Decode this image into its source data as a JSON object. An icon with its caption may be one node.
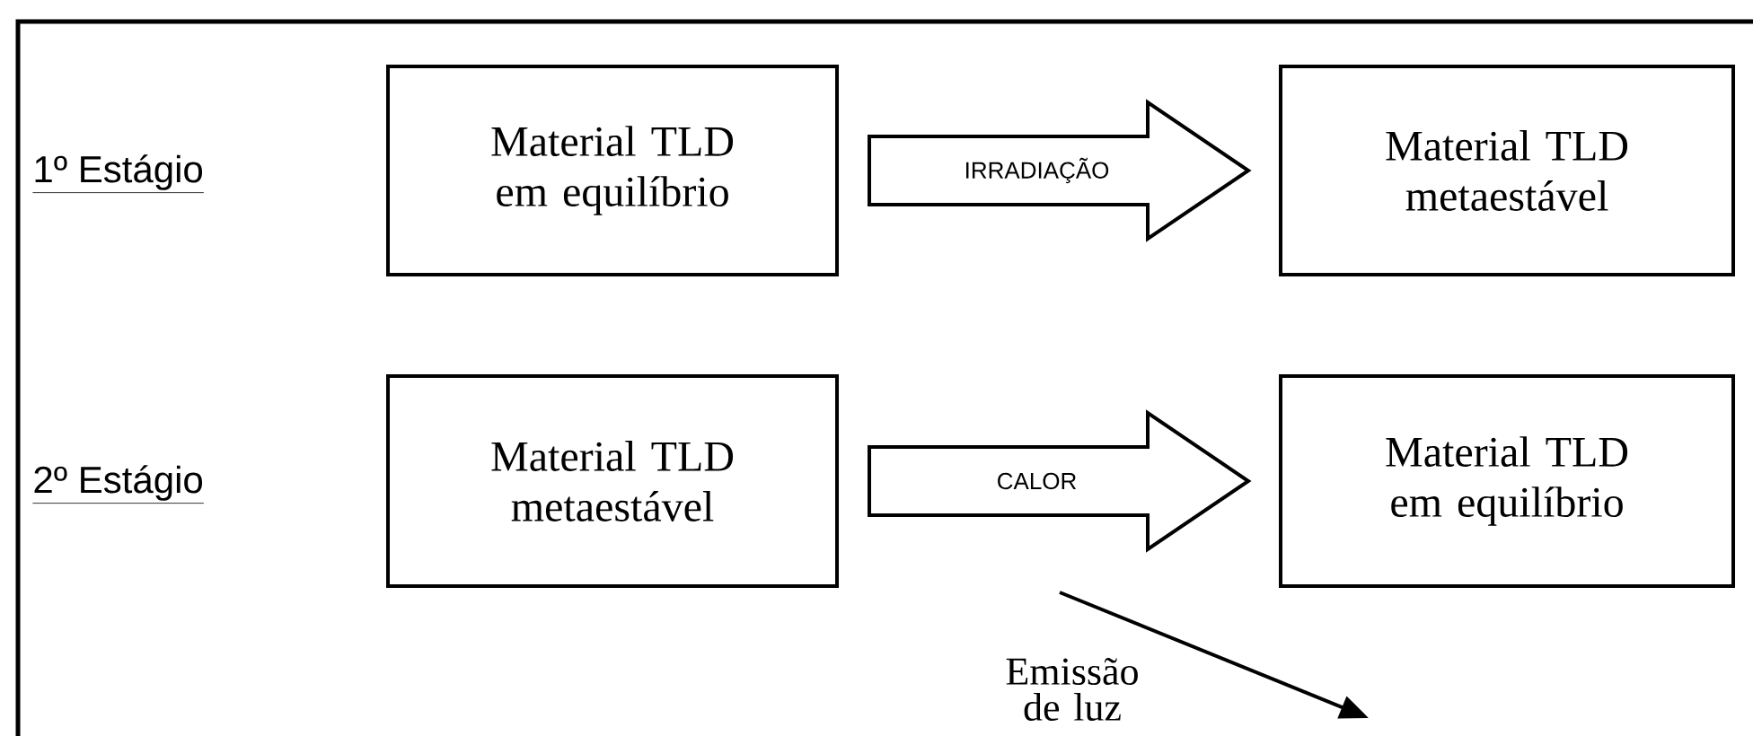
{
  "diagram": {
    "nodes": [
      {
        "text": [
          "Material TLD em equilíbrio"
        ]
      },
      {
        "text": [
          "Material TLD metaestável"
        ]
      },
      {
        "text": [
          "Material TLD metaestável"
        ]
      },
      {
        "text": [
          "Material TLD em equilíbrio"
        ]
      }
    ],
    "edges": [
      {
        "from": 0,
        "to": 1,
        "arrow": "to",
        "label": "IRRADIAÇÃO"
      },
      {
        "from": 2,
        "to": 3,
        "arrow": "to",
        "label": "CALOR"
      }
    ],
    "labels": [
      "1º Estágio",
      "2º Estágio",
      "Emissão de luz"
    ]
  }
}
